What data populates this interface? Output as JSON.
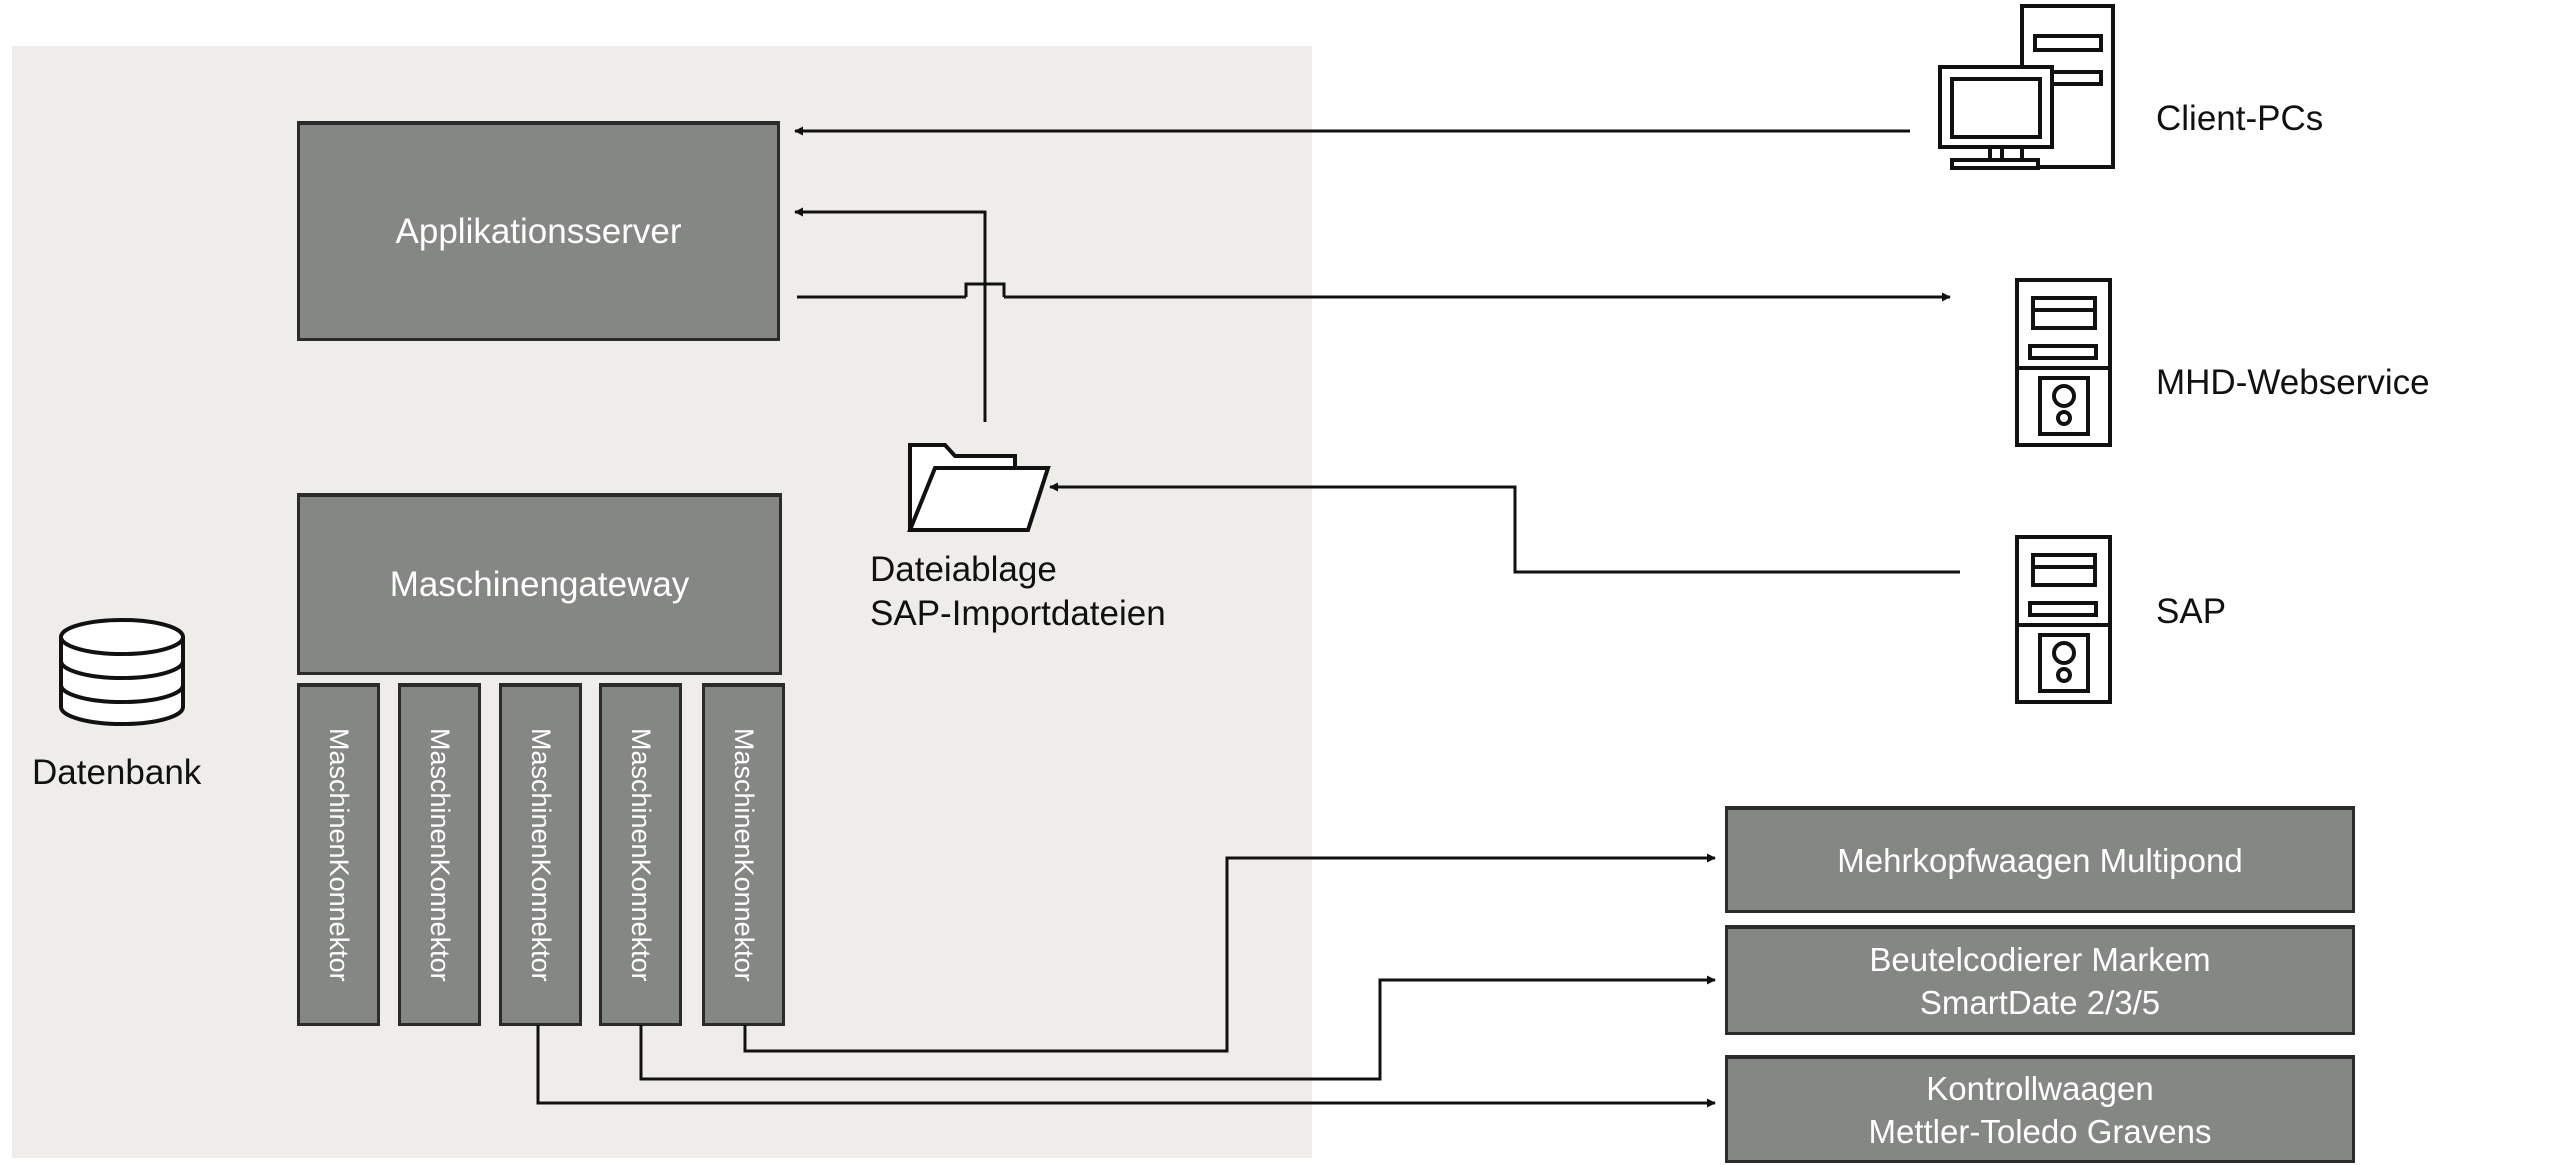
{
  "zone_color": "#eeedea",
  "box_color": "#858784",
  "internal": {
    "app_server": "Applikationsserver",
    "machine_gateway": "Maschinengateway",
    "connectors": [
      "MaschinenKonnektor",
      "MaschinenKonnektor",
      "MaschinenKonnektor",
      "MaschinenKonnektor",
      "MaschinenKonnektor"
    ],
    "database": {
      "label": "Datenbank",
      "icon": "database-icon"
    },
    "file_store": {
      "line1": "Dateiablage",
      "line2": "SAP-Importdateien",
      "icon": "folder-icon"
    }
  },
  "external": {
    "client_pcs": {
      "label": "Client-PCs",
      "icon": "desktop-pc-icon"
    },
    "mhd_webservice": {
      "label": "MHD-Webservice",
      "icon": "server-icon"
    },
    "sap": {
      "label": "SAP",
      "icon": "server-icon"
    }
  },
  "machines": {
    "multipond": {
      "line1": "Mehrkopfwaagen Multipond"
    },
    "markem": {
      "line1": "Beutelcodierer Markem",
      "line2": "SmartDate 2/3/5"
    },
    "mettler": {
      "line1": "Kontrollwaagen",
      "line2": "Mettler-Toledo Gravens"
    }
  }
}
